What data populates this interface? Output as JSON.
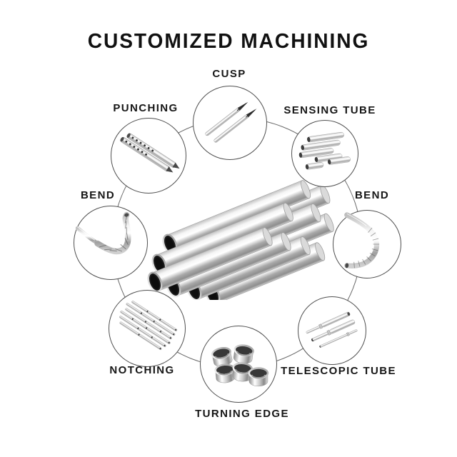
{
  "title": "CUSTOMIZED MACHINING",
  "items": {
    "cusp": {
      "label": "CUSP"
    },
    "punching": {
      "label": "PUNCHING"
    },
    "sensing_tube": {
      "label": "SENSING TUBE"
    },
    "bend_left": {
      "label": "BEND"
    },
    "bend_right": {
      "label": "BEND"
    },
    "notching": {
      "label": "NOTCHING"
    },
    "telescopic_tube": {
      "label": "TELESCOPIC TUBE"
    },
    "turning_edge": {
      "label": "TURNING EDGE"
    }
  },
  "center_image": {
    "name": "stainless-steel-tube-bundle",
    "visible_tube_openings": 9
  },
  "colors": {
    "background": "#ffffff",
    "title_text": "#111111",
    "label_text": "#161616",
    "connector_line": "#6a6a6a",
    "circle_border": "#4f4f4f",
    "metal_highlight": "#ffffff",
    "metal_mid": "#c0c0c0",
    "metal_shadow": "#8e8e8e",
    "tube_opening": "#191919"
  }
}
